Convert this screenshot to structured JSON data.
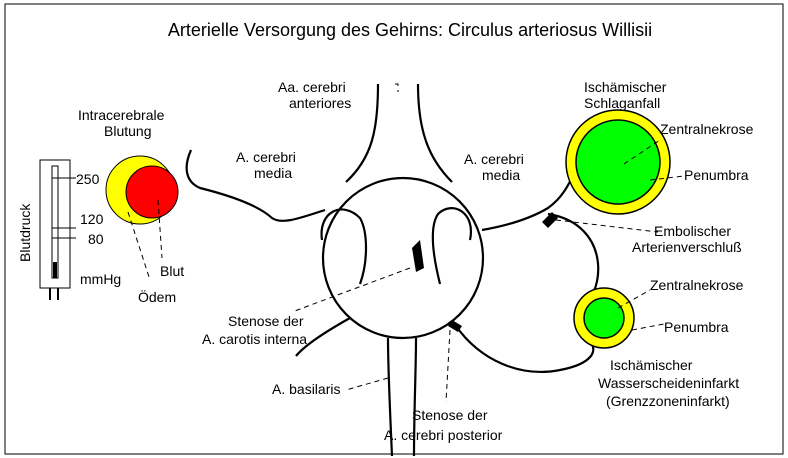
{
  "title": "Arterielle Versorgung des Gehirns: Circulus arteriosus Willisii",
  "labels": {
    "aca": [
      "Aa. cerebri",
      "anteriores"
    ],
    "mca_left": [
      "A. cerebri",
      "media"
    ],
    "mca_right": [
      "A. cerebri",
      "media"
    ],
    "ich": [
      "Intracerebrale",
      "Blutung"
    ],
    "blut": "Blut",
    "oedem": "Ödem",
    "stroke": [
      "Ischämischer",
      "Schlaganfall"
    ],
    "zentral1": "Zentralnekrose",
    "penumbra1": "Penumbra",
    "embolic": [
      "Embolischer",
      "Arterienverschluß"
    ],
    "zentral2": "Zentralnekrose",
    "penumbra2": "Penumbra",
    "watershed": [
      "Ischämischer",
      "Wasserscheideninfarkt",
      "(Grenzzoneninfarkt)"
    ],
    "stenose_ica": [
      "Stenose der",
      "A. carotis interna"
    ],
    "basilar": "A. basilaris",
    "stenose_pca": [
      "Stenose der",
      "A. cerebri posterior"
    ]
  },
  "gauge": {
    "label": "Blutdruck",
    "ticks": [
      "250",
      "120",
      "80"
    ],
    "unit": "mmHg"
  },
  "colors": {
    "yellow": "#ffff00",
    "red": "#ff0000",
    "green": "#00ff00",
    "outline": "#000000"
  }
}
